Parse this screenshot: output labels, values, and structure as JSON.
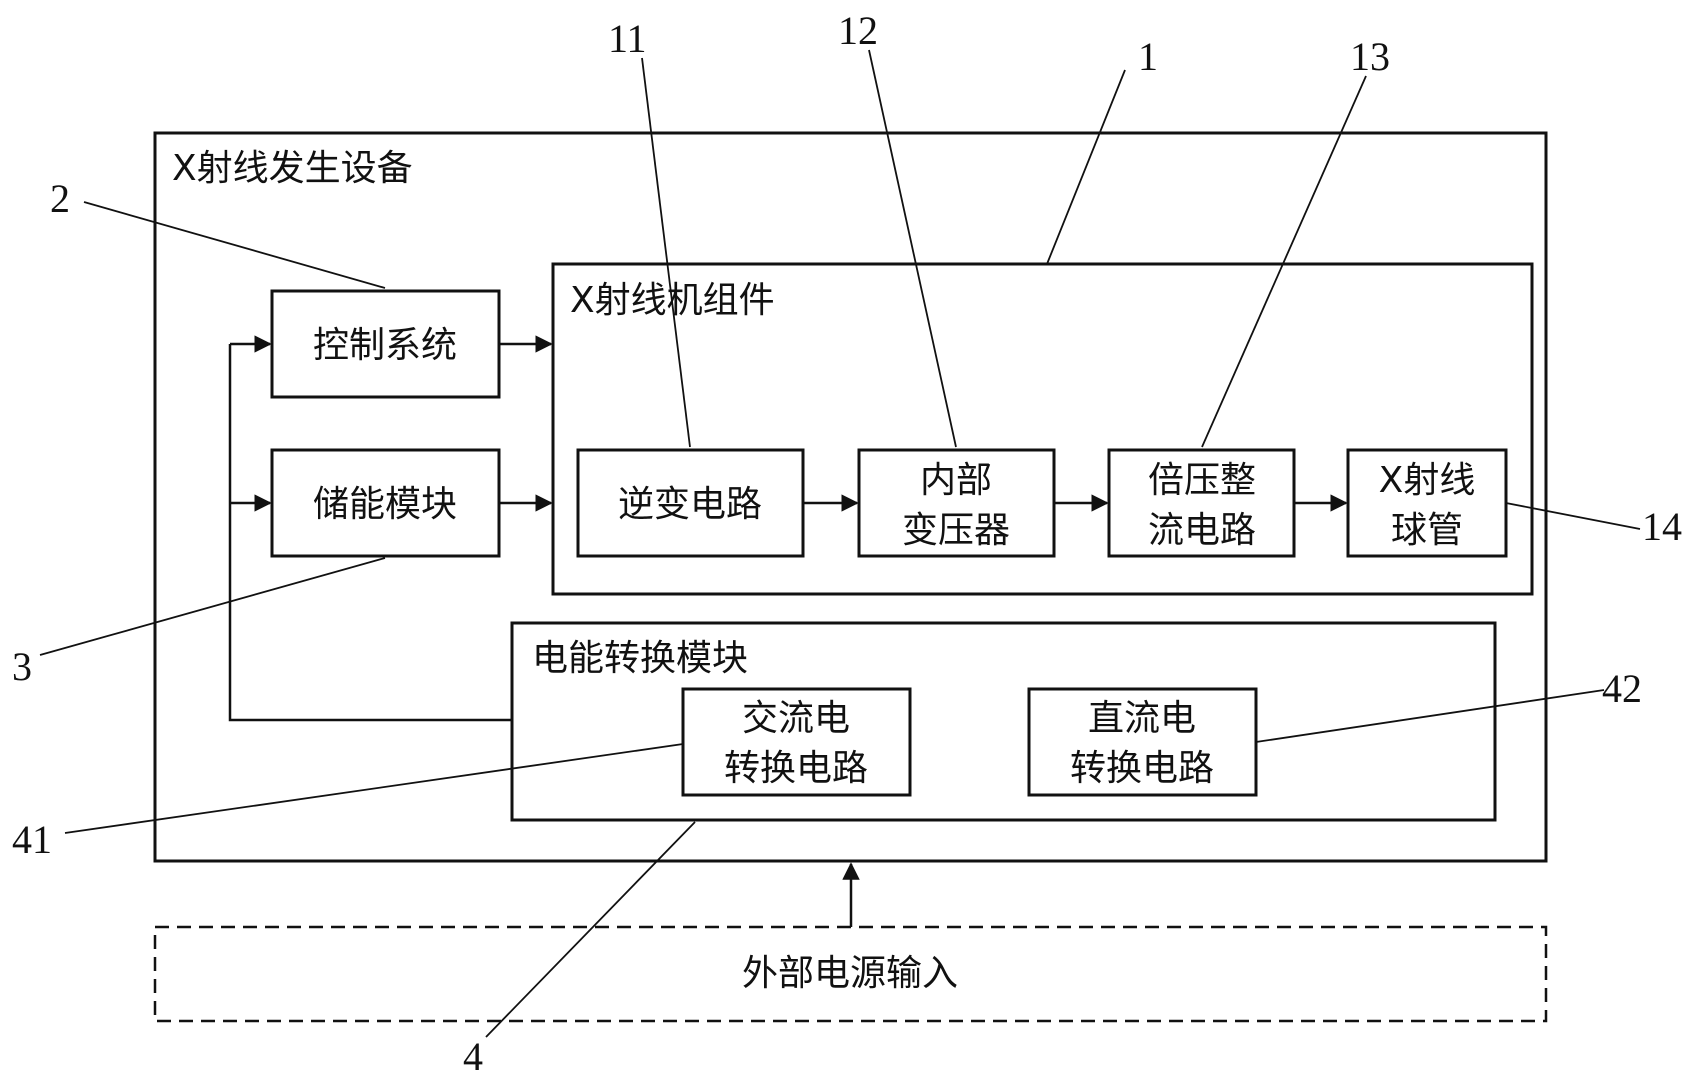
{
  "outer": {
    "title": "X射线发生设备"
  },
  "xray_assembly": {
    "title": "X射线机组件"
  },
  "control_system": {
    "label": "控制系统"
  },
  "energy_storage": {
    "label": "储能模块"
  },
  "inverter": {
    "label": "逆变电路"
  },
  "internal_transformer": {
    "line1": "内部",
    "line2": "变压器"
  },
  "voltage_rectifier": {
    "line1": "倍压整",
    "line2": "流电路"
  },
  "xray_tube": {
    "line1": "X射线",
    "line2": "球管"
  },
  "power_conversion": {
    "title": "电能转换模块"
  },
  "ac_circuit": {
    "line1": "交流电",
    "line2": "转换电路"
  },
  "dc_circuit": {
    "line1": "直流电",
    "line2": "转换电路"
  },
  "external_power": {
    "label": "外部电源输入"
  },
  "refs": {
    "r1": "1",
    "r2": "2",
    "r3": "3",
    "r4": "4",
    "r11": "11",
    "r12": "12",
    "r13": "13",
    "r14": "14",
    "r41": "41",
    "r42": "42"
  }
}
